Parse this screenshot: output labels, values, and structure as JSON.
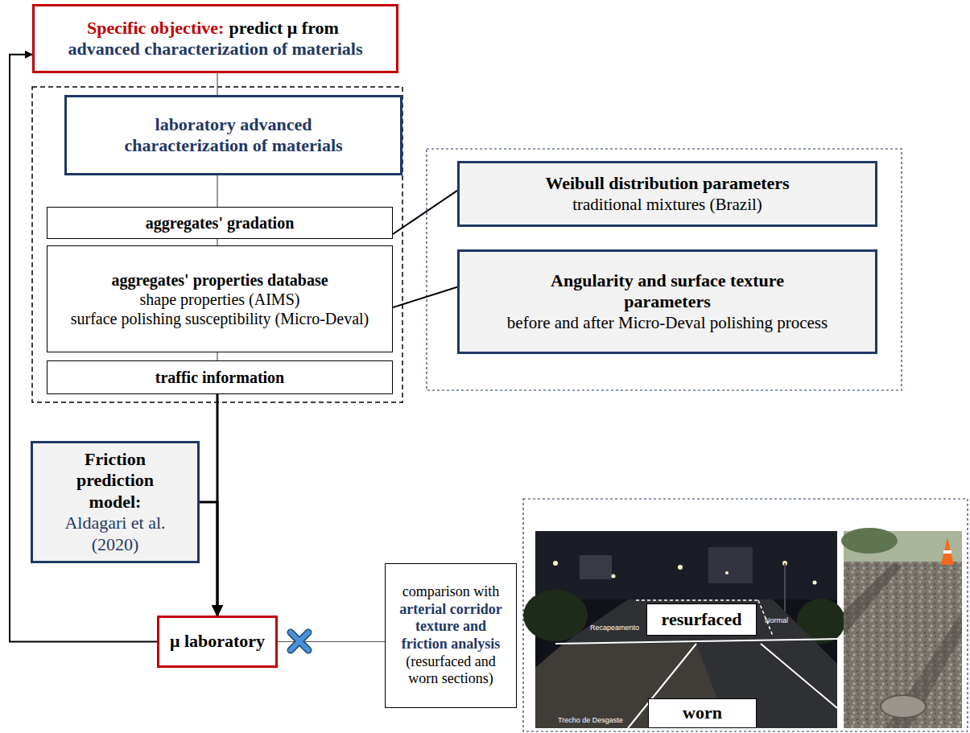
{
  "diagram": {
    "nodes": [
      {
        "text": [
          "Specific objective:",
          "predict μ from",
          "advanced characterization of materials"
        ]
      },
      {
        "text": [
          "laboratory advanced characterization of materials"
        ]
      },
      {
        "text": [
          "aggregates' gradation"
        ]
      },
      {
        "text": [
          "aggregates' properties database",
          "shape properties (AIMS)",
          "surface polishing susceptibility (Micro-Deval)"
        ]
      },
      {
        "text": [
          "traffic information"
        ]
      },
      {
        "text": [
          "Weibull distribution parameters",
          "traditional mixtures (Brazil)"
        ]
      },
      {
        "text": [
          "Angularity and surface texture parameters",
          "before and after Micro-Deval polishing process"
        ]
      },
      {
        "text": [
          "Friction prediction model:",
          "Aldagari et al. (2020)"
        ]
      },
      {
        "text": [
          "μ laboratory"
        ]
      },
      {
        "text": [
          "comparison with",
          "arterial corridor texture and friction analysis",
          "(resurfaced and worn sections)"
        ]
      },
      {
        "text": [
          "resurfaced"
        ]
      },
      {
        "text": [
          "worn"
        ]
      }
    ],
    "edges": [
      {
        "from": 0,
        "to": 1,
        "arrow": "none"
      },
      {
        "from": 1,
        "to": 2,
        "arrow": "none"
      },
      {
        "from": 2,
        "to": 3,
        "arrow": "none"
      },
      {
        "from": 3,
        "to": 4,
        "arrow": "none"
      },
      {
        "from": 2,
        "to": 5,
        "arrow": "none"
      },
      {
        "from": 3,
        "to": 6,
        "arrow": "none"
      },
      {
        "from": 4,
        "to": 8,
        "arrow": "to"
      },
      {
        "from": 7,
        "to": 8,
        "arrow": "to"
      },
      {
        "from": 8,
        "to": 9,
        "arrow": "none"
      },
      {
        "from": 8,
        "to": 0,
        "arrow": "to"
      }
    ],
    "labels": [
      "Recapeamento",
      "Normal",
      "Trecho de Desgaste"
    ]
  }
}
